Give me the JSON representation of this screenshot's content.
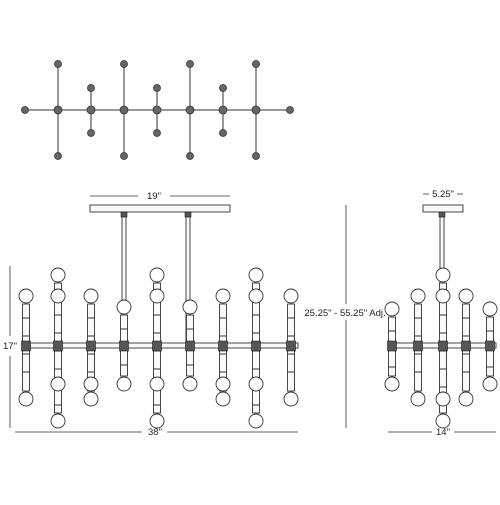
{
  "dimensions": {
    "top_width": "19\"",
    "height": "17\"",
    "total_width": "38\"",
    "overall_height": "25.25\" - 55.25\" Adj.",
    "side_top_width": "5.25\"",
    "depth": "14\""
  },
  "colors": {
    "line": "#333333",
    "background": "#ffffff"
  }
}
